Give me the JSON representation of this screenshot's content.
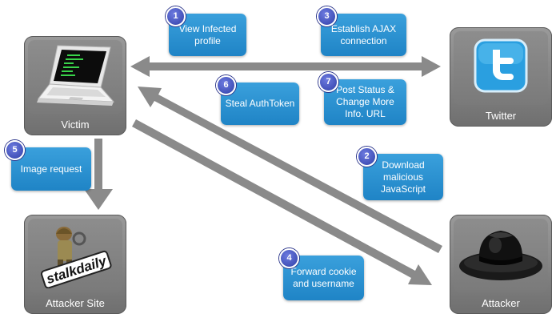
{
  "nodes": {
    "victim": "Victim",
    "twitter": "Twitter",
    "attacker_site": "Attacker Site",
    "attacker": "Attacker"
  },
  "icons": {
    "victim": "laptop-icon",
    "twitter": "twitter-logo-icon",
    "attacker_site": "stalkdaily-logo-icon",
    "attacker": "black-hat-icon"
  },
  "steps": [
    {
      "num": "1",
      "text": "View Infected profile"
    },
    {
      "num": "2",
      "text": "Download malicious JavaScript"
    },
    {
      "num": "3",
      "text": "Establish AJAX connection"
    },
    {
      "num": "4",
      "text": "Forward cookie and username"
    },
    {
      "num": "5",
      "text": "Image request"
    },
    {
      "num": "6",
      "text": "Steal AuthToken"
    },
    {
      "num": "7",
      "text": "Post Status & Change More Info. URL"
    }
  ],
  "logo_text": "stalkdaily",
  "colors": {
    "step_fill": "#2b8fd0",
    "badge": "#3b47b8",
    "node": "#7d7d7d",
    "arrow": "#8c8c8c"
  }
}
